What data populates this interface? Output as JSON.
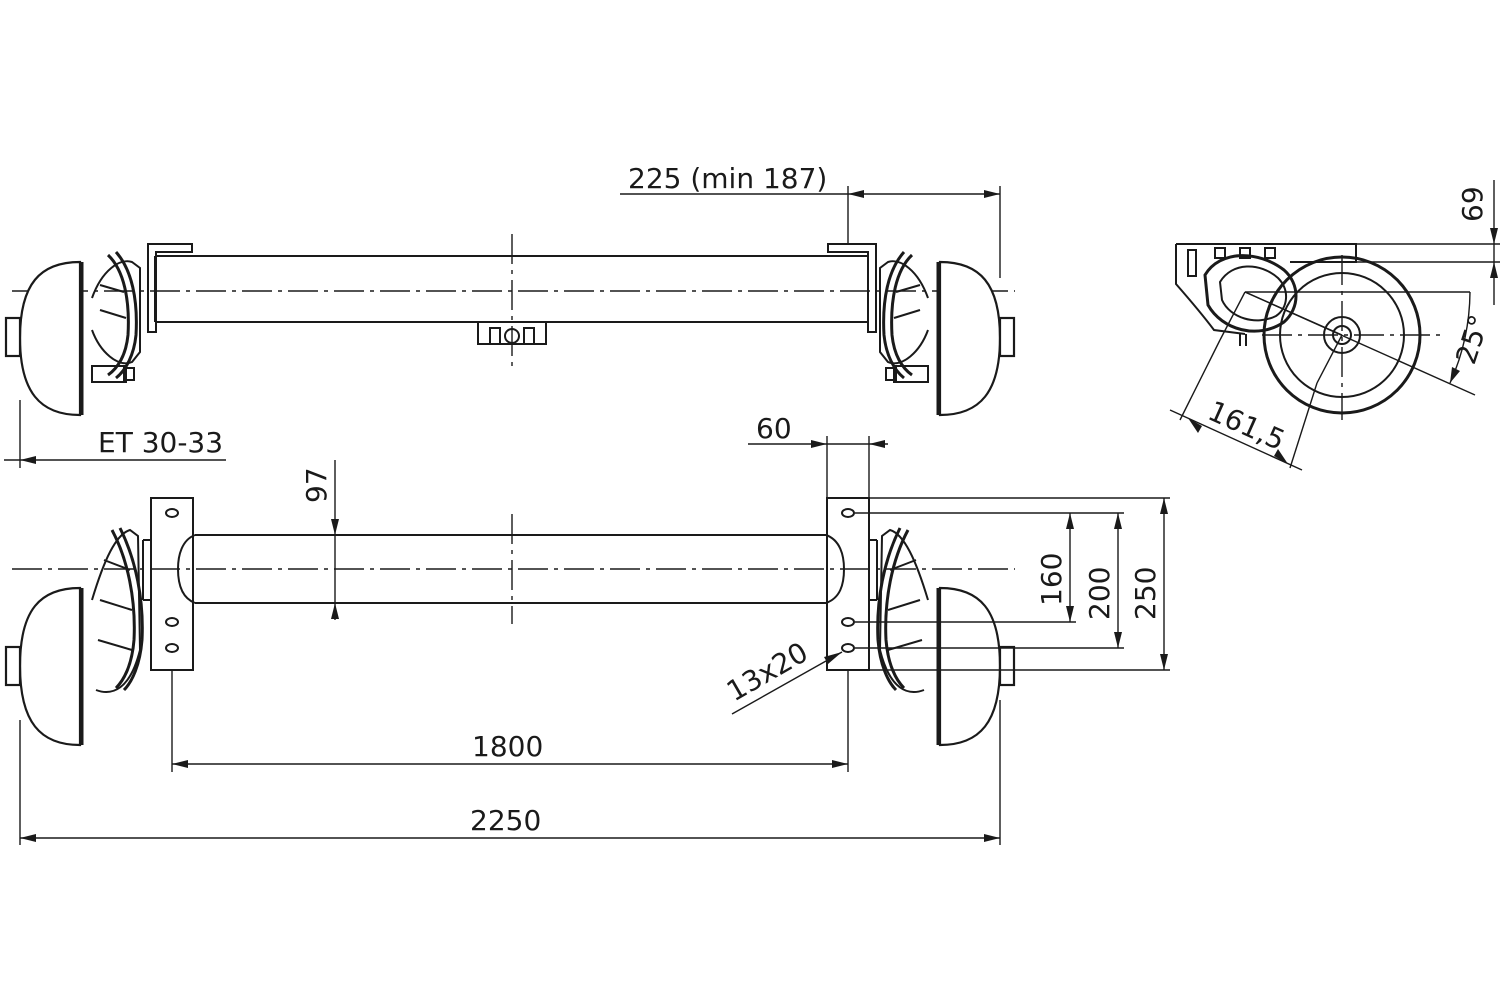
{
  "dimensions": {
    "hub_offset": "225 (min 187)",
    "et_offset": "ET 30-33",
    "bracket_width": "60",
    "bracket_to_axis": "97",
    "hole_spacing_160": "160",
    "hole_spacing_200": "200",
    "bracket_height": "250",
    "hole_size": "13x20",
    "bracket_span": "1800",
    "overall_width": "2250",
    "side_height": "69",
    "swing_angle": "25°",
    "arm_length": "161,5"
  }
}
